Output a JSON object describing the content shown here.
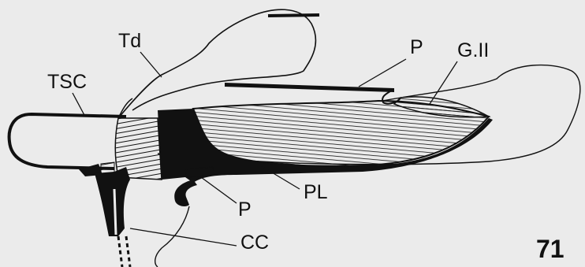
{
  "labels": {
    "td": "Td",
    "tsc": "TSC",
    "p_upper": "P",
    "g2": "G.II",
    "pl": "PL",
    "p_lower": "P",
    "cc": "CC"
  },
  "figure_number": "71",
  "colors": {
    "background": "#ebebeb",
    "ink": "#111111"
  }
}
